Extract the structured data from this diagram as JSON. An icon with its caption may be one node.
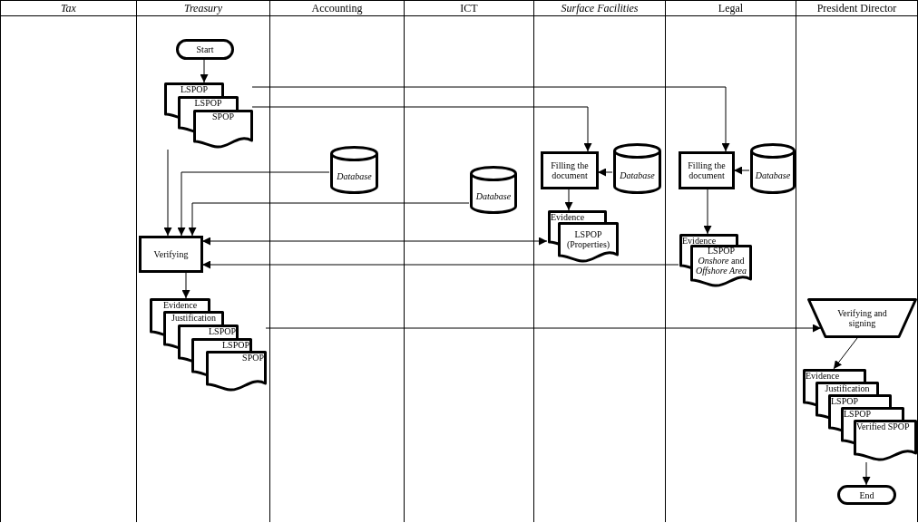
{
  "diagram": {
    "nodes": [
      {
        "text": [
          "Tax"
        ]
      },
      {
        "text": [
          "Treasury"
        ]
      },
      {
        "text": [
          "Accounting"
        ]
      },
      {
        "text": [
          "ICT"
        ]
      },
      {
        "text": [
          "Surface Facilities"
        ]
      },
      {
        "text": [
          "Legal"
        ]
      },
      {
        "text": [
          "President Director"
        ]
      },
      {
        "text": [
          "Start"
        ],
        "in": 1
      },
      {
        "text": [
          "LSPOP",
          "LSPOP",
          "SPOP"
        ],
        "in": 1
      },
      {
        "text": [
          "Database"
        ],
        "in": 2
      },
      {
        "text": [
          "Database"
        ],
        "in": 3
      },
      {
        "text": [
          "Filling the document"
        ],
        "in": 4
      },
      {
        "text": [
          "Database"
        ],
        "in": 4
      },
      {
        "text": [
          "Evidence",
          "LSPOP (Properties)"
        ],
        "in": 4
      },
      {
        "text": [
          "Filling the document"
        ],
        "in": 5
      },
      {
        "text": [
          "Database"
        ],
        "in": 5
      },
      {
        "text": [
          "Evidence",
          "LSPOP *Onshore* and *Offshore Area*"
        ],
        "in": 5
      },
      {
        "text": [
          "Verifying"
        ],
        "in": 1
      },
      {
        "text": [
          "Evidence",
          "Justification",
          "LSPOP",
          "LSPOP",
          "SPOP"
        ],
        "in": 1
      },
      {
        "text": [
          "Verifying and signing"
        ],
        "in": 6
      },
      {
        "text": [
          "Evidence",
          "Justification",
          "LSPOP",
          "LSPOP",
          "Verified SPOP"
        ],
        "in": 6
      },
      {
        "text": [
          "End"
        ],
        "in": 6
      }
    ],
    "edges": [
      {
        "from": 7,
        "to": 8,
        "arrow": "to"
      },
      {
        "from": 8,
        "to": 14,
        "arrow": "to"
      },
      {
        "from": 8,
        "to": 11,
        "arrow": "to"
      },
      {
        "from": 8,
        "to": 17,
        "arrow": "to"
      },
      {
        "from": 9,
        "to": 17,
        "arrow": "to"
      },
      {
        "from": 10,
        "to": 17,
        "arrow": "to"
      },
      {
        "from": 17,
        "to": 13,
        "arrow": "both"
      },
      {
        "from": 16,
        "to": 17,
        "arrow": "to"
      },
      {
        "from": 12,
        "to": 11,
        "arrow": "to"
      },
      {
        "from": 15,
        "to": 14,
        "arrow": "to"
      },
      {
        "from": 11,
        "to": 13,
        "arrow": "to"
      },
      {
        "from": 14,
        "to": 16,
        "arrow": "to"
      },
      {
        "from": 17,
        "to": 18,
        "arrow": "to"
      },
      {
        "from": 18,
        "to": 19,
        "arrow": "to"
      },
      {
        "from": 19,
        "to": 20,
        "arrow": "to"
      },
      {
        "from": 20,
        "to": 21,
        "arrow": "to"
      }
    ]
  }
}
